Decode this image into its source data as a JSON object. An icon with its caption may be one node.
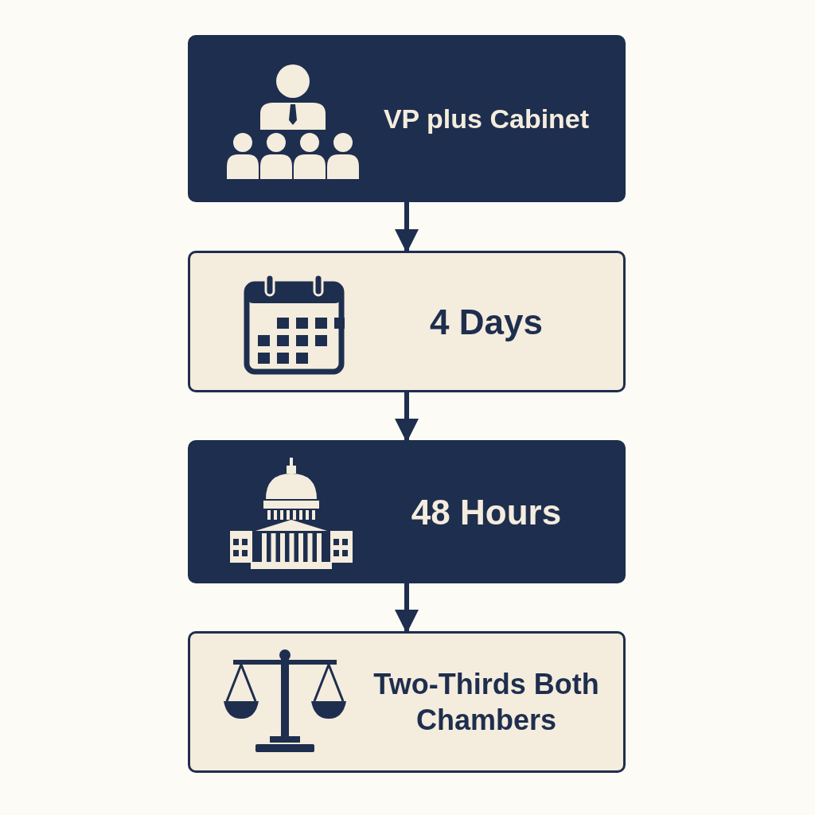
{
  "diagram": {
    "nodes": [
      {
        "text": [
          "VP plus Cabinet"
        ]
      },
      {
        "text": [
          "4 Days"
        ]
      },
      {
        "text": [
          "48 Hours"
        ]
      },
      {
        "text": [
          "Two-Thirds Both Chambers"
        ]
      }
    ],
    "edges": [
      {
        "from": 0,
        "to": 1,
        "arrow": "to"
      },
      {
        "from": 1,
        "to": 2,
        "arrow": "to"
      },
      {
        "from": 2,
        "to": 3,
        "arrow": "to"
      }
    ]
  }
}
